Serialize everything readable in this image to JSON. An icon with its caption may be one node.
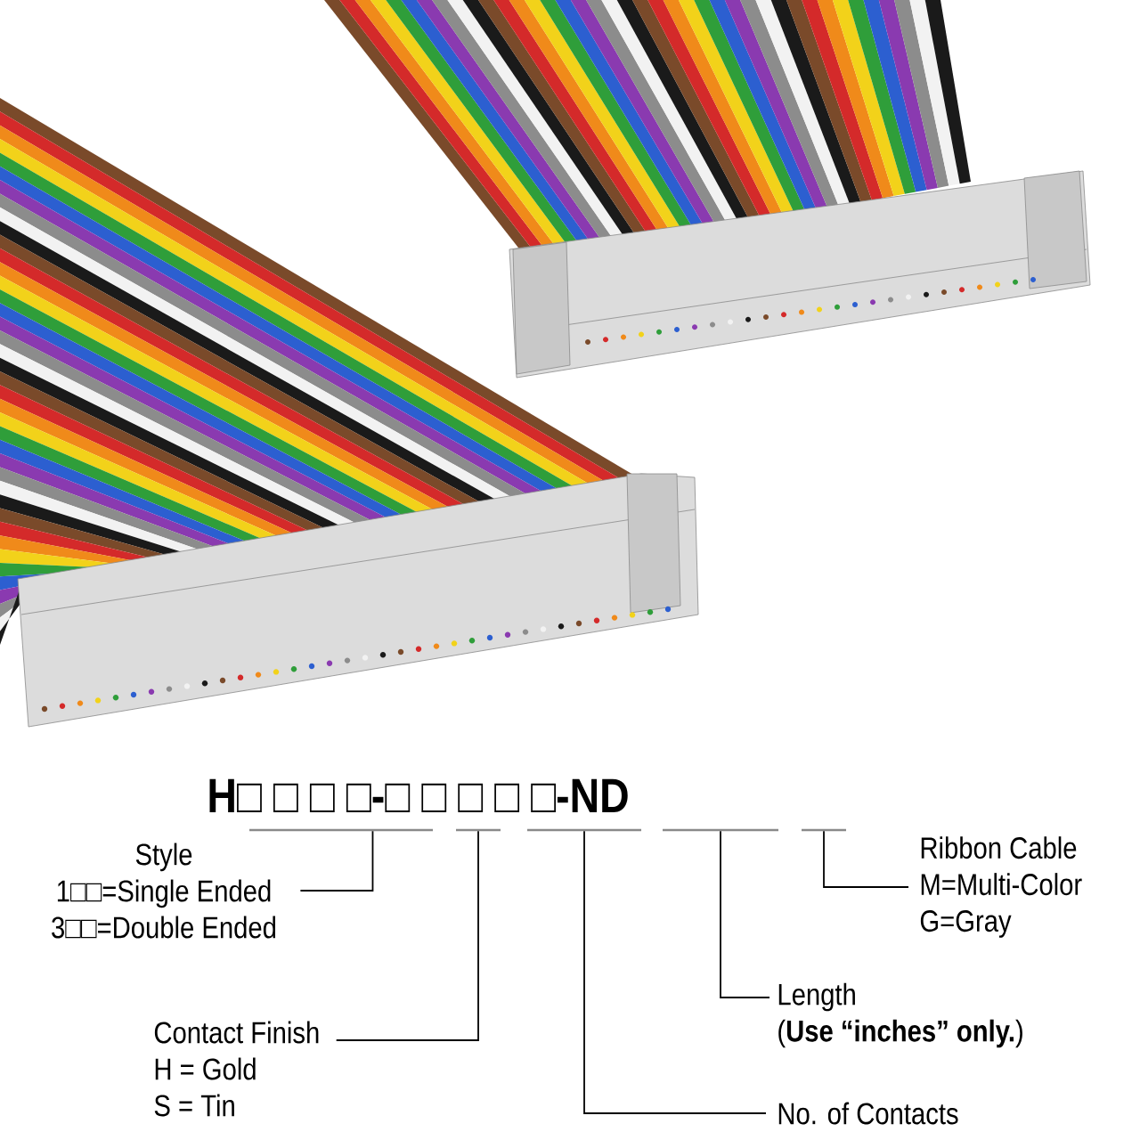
{
  "diagram": {
    "nodes": [
      {
        "text": [],
        "shape": "bar"
      },
      {
        "text": [],
        "shape": "bar"
      },
      {
        "text": [],
        "shape": "bar"
      },
      {
        "text": [],
        "shape": "bar"
      },
      {
        "text": [],
        "shape": "bar"
      },
      {
        "text": [
          "Style",
          "1□□=Single Ended",
          "3□□=Double Ended"
        ]
      },
      {
        "text": [
          "Ribbon Cable",
          "M=Multi-Color",
          "G=Gray"
        ]
      },
      {
        "text": [
          "Length",
          "(**Use “inches” only.**)"
        ]
      },
      {
        "text": [
          "Contact Finish",
          "H = Gold",
          "S = Tin"
        ]
      },
      {
        "text": [
          "No. of Contacts"
        ]
      }
    ],
    "edges": [
      {
        "from": 5,
        "to": 0,
        "arrow": "none"
      },
      {
        "from": 6,
        "to": 4,
        "arrow": "none"
      },
      {
        "from": 7,
        "to": 3,
        "arrow": "none"
      },
      {
        "from": 8,
        "to": 1,
        "arrow": "none"
      },
      {
        "from": 9,
        "to": 2,
        "arrow": "none"
      }
    ],
    "labels": [
      "H□ □ □ □-□ □ □ □ □-ND"
    ]
  }
}
